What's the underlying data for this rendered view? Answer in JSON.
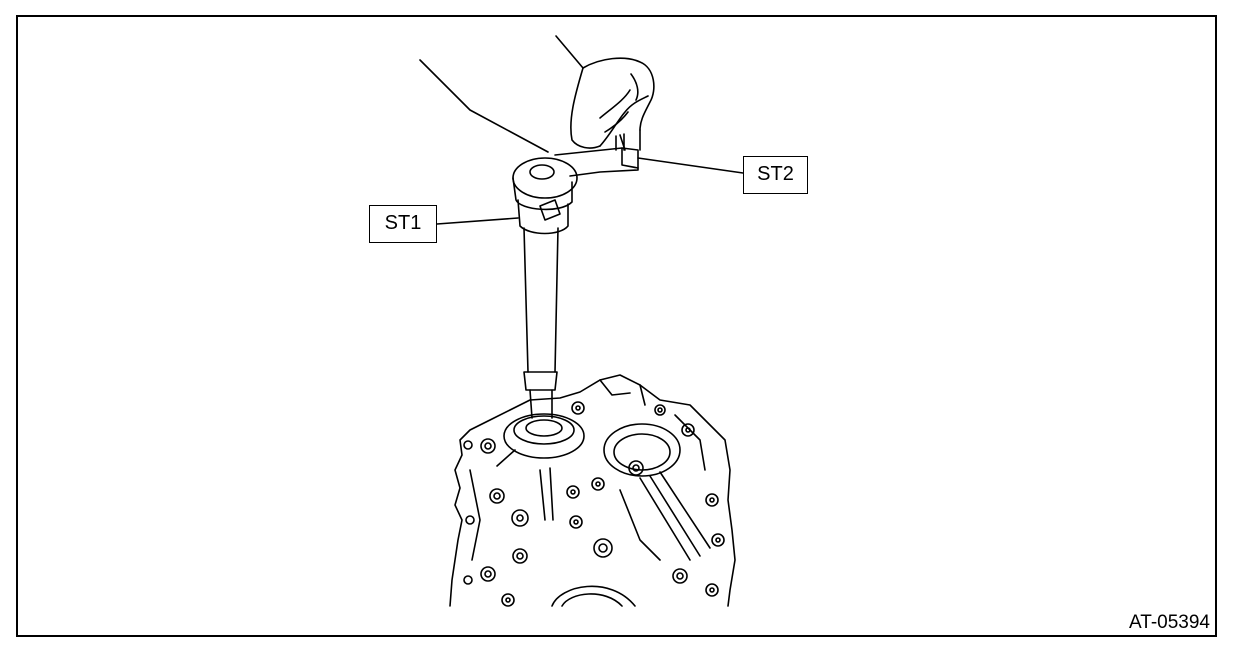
{
  "labels": {
    "st1": "ST1",
    "st2": "ST2"
  },
  "figure_id": "AT-05394",
  "colors": {
    "line": "#000000",
    "background": "#ffffff"
  }
}
